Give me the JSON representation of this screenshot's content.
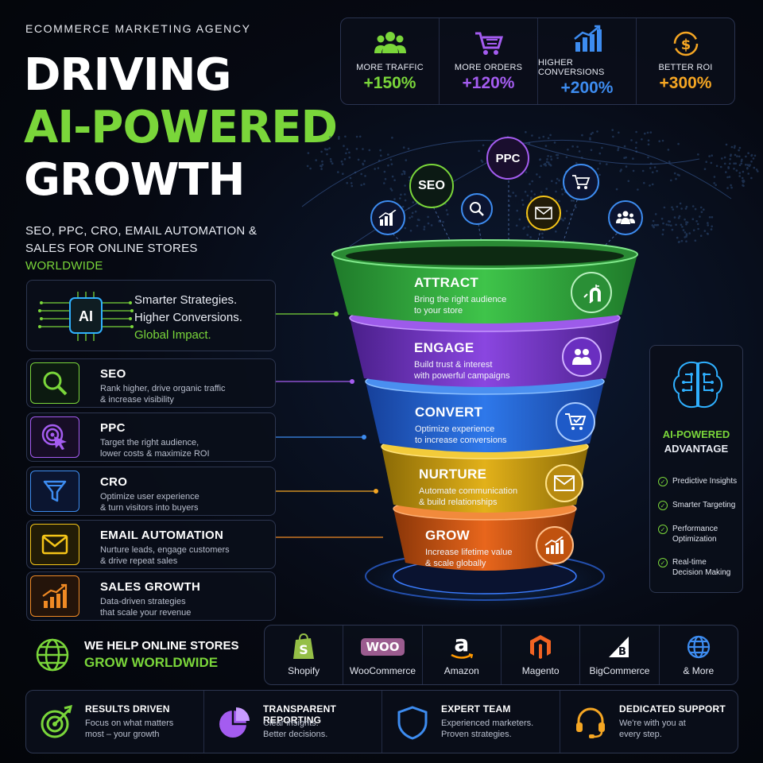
{
  "header": {
    "eyebrow": "ECOMMERCE MARKETING AGENCY",
    "title_line1": "DRIVING",
    "title_line2": "AI-POWERED",
    "title_line3": "GROWTH",
    "subtitle_line1": "SEO, PPC, CRO, EMAIL AUTOMATION &",
    "subtitle_line2": "SALES FOR ONLINE STORES",
    "subtitle_line3": "WORLDWIDE"
  },
  "stats": [
    {
      "label": "MORE TRAFFIC",
      "value": "+150%",
      "color": "#7ad63a",
      "icon": "users-icon"
    },
    {
      "label": "MORE ORDERS",
      "value": "+120%",
      "color": "#a45cf0",
      "icon": "cart-icon"
    },
    {
      "label": "HIGHER CONVERSIONS",
      "value": "+200%",
      "color": "#3d8cf0",
      "icon": "bar-chart-icon"
    },
    {
      "label": "BETTER ROI",
      "value": "+300%",
      "color": "#f5a623",
      "icon": "dollar-cycle-icon"
    }
  ],
  "ai_card": {
    "chip_text": "AI",
    "line1": "Smarter Strategies.",
    "line2": "Higher Conversions.",
    "line3": "Global Impact."
  },
  "services": [
    {
      "title": "SEO",
      "desc1": "Rank higher, drive organic traffic",
      "desc2": "& increase visibility",
      "color": "#7ad63a",
      "icon": "search-icon"
    },
    {
      "title": "PPC",
      "desc1": "Target the right audience,",
      "desc2": "lower costs & maximize ROI",
      "color": "#a45cf0",
      "icon": "target-click-icon"
    },
    {
      "title": "CRO",
      "desc1": "Optimize user experience",
      "desc2": "& turn visitors into buyers",
      "color": "#3d8cf0",
      "icon": "funnel-icon"
    },
    {
      "title": "EMAIL AUTOMATION",
      "desc1": "Nurture leads, engage customers",
      "desc2": "& drive repeat sales",
      "color": "#f5c518",
      "icon": "envelope-icon"
    },
    {
      "title": "SALES GROWTH",
      "desc1": "Data-driven strategies",
      "desc2": "that scale your revenue",
      "color": "#f08a24",
      "icon": "growth-chart-icon"
    }
  ],
  "bubbles": {
    "seo": "SEO",
    "ppc": "PPC"
  },
  "funnel": [
    {
      "title": "ATTRACT",
      "desc1": "Bring the right audience",
      "desc2": "to your store",
      "color": "#3cb043",
      "icon": "magnet-icon"
    },
    {
      "title": "ENGAGE",
      "desc1": "Build trust & interest",
      "desc2": "with powerful campaigns",
      "color": "#8a3fd9",
      "icon": "people-icon"
    },
    {
      "title": "CONVERT",
      "desc1": "Optimize experience",
      "desc2": "to increase conversions",
      "color": "#2b6fe0",
      "icon": "cart-check-icon"
    },
    {
      "title": "NURTURE",
      "desc1": "Automate communication",
      "desc2": "& build relationships",
      "color": "#d9a514",
      "icon": "envelope-icon"
    },
    {
      "title": "GROW",
      "desc1": "Increase lifetime value",
      "desc2": "& scale globally",
      "color": "#e0621a",
      "icon": "growth-chart-icon"
    }
  ],
  "advantage": {
    "title1": "AI-POWERED",
    "title2": "ADVANTAGE",
    "items": [
      {
        "l1": "Predictive Insights",
        "l2": ""
      },
      {
        "l1": "Smarter Targeting",
        "l2": ""
      },
      {
        "l1": "Performance",
        "l2": "Optimization"
      },
      {
        "l1": "Real-time",
        "l2": "Decision Making"
      }
    ]
  },
  "grow": {
    "line1": "WE HELP ONLINE STORES",
    "line2": "GROW WORLDWIDE"
  },
  "platforms": [
    {
      "name": "Shopify",
      "icon": "shopify-logo"
    },
    {
      "name": "WooCommerce",
      "logo_text": "WOO",
      "icon": "woocommerce-logo"
    },
    {
      "name": "Amazon",
      "logo_text": "a",
      "icon": "amazon-logo"
    },
    {
      "name": "Magento",
      "icon": "magento-logo"
    },
    {
      "name": "BigCommerce",
      "icon": "bigcommerce-logo"
    },
    {
      "name": "& More",
      "icon": "globe-icon"
    }
  ],
  "features": [
    {
      "title": "RESULTS DRIVEN",
      "desc1": "Focus on what matters",
      "desc2": "most – your growth",
      "color": "#7ad63a",
      "icon": "target-icon"
    },
    {
      "title": "TRANSPARENT REPORTING",
      "desc1": "Clear insights.",
      "desc2": "Better decisions.",
      "color": "#a45cf0",
      "icon": "pie-chart-icon"
    },
    {
      "title": "EXPERT TEAM",
      "desc1": "Experienced marketers.",
      "desc2": "Proven strategies.",
      "color": "#3d8cf0",
      "icon": "shield-icon"
    },
    {
      "title": "DEDICATED SUPPORT",
      "desc1": "We're with you at",
      "desc2": "every step.",
      "color": "#f5a623",
      "icon": "headset-icon"
    }
  ]
}
